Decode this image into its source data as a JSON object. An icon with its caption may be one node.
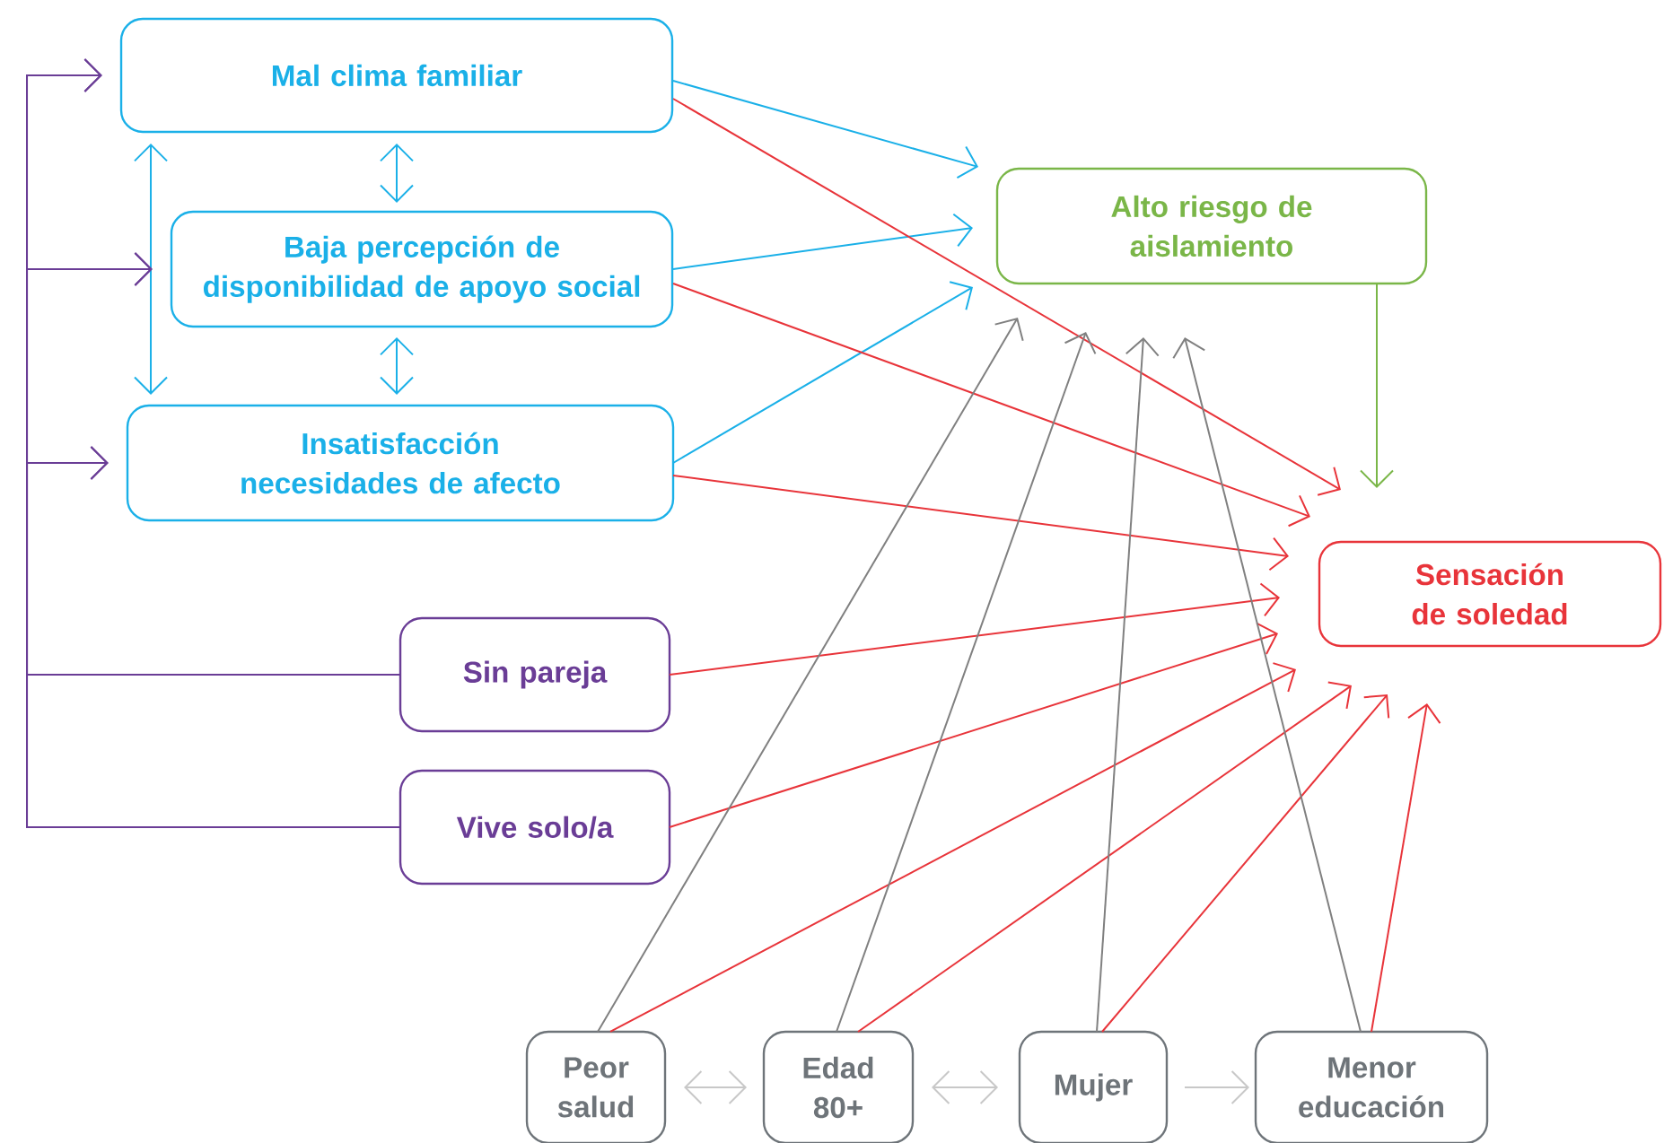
{
  "diagram": {
    "nodes": [
      {
        "text": [
          "Mal clima familiar"
        ]
      },
      {
        "text": [
          "Baja percepción de disponibilidad de apoyo social"
        ]
      },
      {
        "text": [
          "Insatisfacción necesidades de afecto"
        ]
      },
      {
        "text": [
          "Alto riesgo de aislamiento"
        ]
      },
      {
        "text": [
          "Sensación de soledad"
        ]
      },
      {
        "text": [
          "Sin pareja"
        ]
      },
      {
        "text": [
          "Vive solo/a"
        ]
      },
      {
        "text": [
          "Peor salud"
        ]
      },
      {
        "text": [
          "Edad 80+"
        ]
      },
      {
        "text": [
          "Mujer"
        ]
      },
      {
        "text": [
          "Menor educación"
        ]
      }
    ],
    "edges": [
      {
        "from": 0,
        "to": 3,
        "arrow": "to",
        "color": "#1ab0e8"
      },
      {
        "from": 1,
        "to": 3,
        "arrow": "to",
        "color": "#1ab0e8"
      },
      {
        "from": 2,
        "to": 3,
        "arrow": "to",
        "color": "#1ab0e8"
      },
      {
        "from": 0,
        "to": 4,
        "arrow": "to"
      },
      {
        "from": 1,
        "to": 4,
        "arrow": "to"
      },
      {
        "from": 2,
        "to": 4,
        "arrow": "to"
      },
      {
        "from": 5,
        "to": 4,
        "arrow": "to"
      },
      {
        "from": 6,
        "to": 4,
        "arrow": "to"
      },
      {
        "from": 7,
        "to": 4,
        "arrow": "to"
      },
      {
        "from": 8,
        "to": 4,
        "arrow": "to"
      },
      {
        "from": 9,
        "to": 4,
        "arrow": "to"
      },
      {
        "from": 10,
        "to": 4,
        "arrow": "to"
      },
      {
        "from": 7,
        "to": 3,
        "arrow": "to",
        "color": "#808080"
      },
      {
        "from": 8,
        "to": 3,
        "arrow": "to",
        "color": "#808080"
      },
      {
        "from": 9,
        "to": 3,
        "arrow": "to",
        "color": "#808080"
      },
      {
        "from": 10,
        "to": 3,
        "arrow": "to",
        "color": "#808080"
      },
      {
        "from": 3,
        "to": 4,
        "arrow": "to",
        "color": "#7ab648"
      },
      {
        "from": 0,
        "to": 1,
        "arrow": "both",
        "color": "#1ab0e8"
      },
      {
        "from": 1,
        "to": 2,
        "arrow": "both",
        "color": "#1ab0e8"
      },
      {
        "from": 0,
        "to": 2,
        "arrow": "both",
        "color": "#1ab0e8"
      },
      {
        "from": 7,
        "to": 8,
        "arrow": "both",
        "color": "#c8c8c8"
      },
      {
        "from": 8,
        "to": 9,
        "arrow": "both",
        "color": "#c8c8c8"
      },
      {
        "from": 9,
        "to": 10,
        "arrow": "to",
        "color": "#c8c8c8"
      },
      {
        "from": 5,
        "to": 0,
        "arrow": "to",
        "color": "#6a3d96"
      },
      {
        "from": 5,
        "to": 1,
        "arrow": "to",
        "color": "#6a3d96"
      },
      {
        "from": 5,
        "to": 2,
        "arrow": "to",
        "color": "#6a3d96"
      },
      {
        "from": 6,
        "to": 0,
        "arrow": "to",
        "color": "#6a3d96"
      },
      {
        "from": 6,
        "to": 1,
        "arrow": "to",
        "color": "#6a3d96"
      },
      {
        "from": 6,
        "to": 2,
        "arrow": "to",
        "color": "#6a3d96"
      }
    ]
  }
}
